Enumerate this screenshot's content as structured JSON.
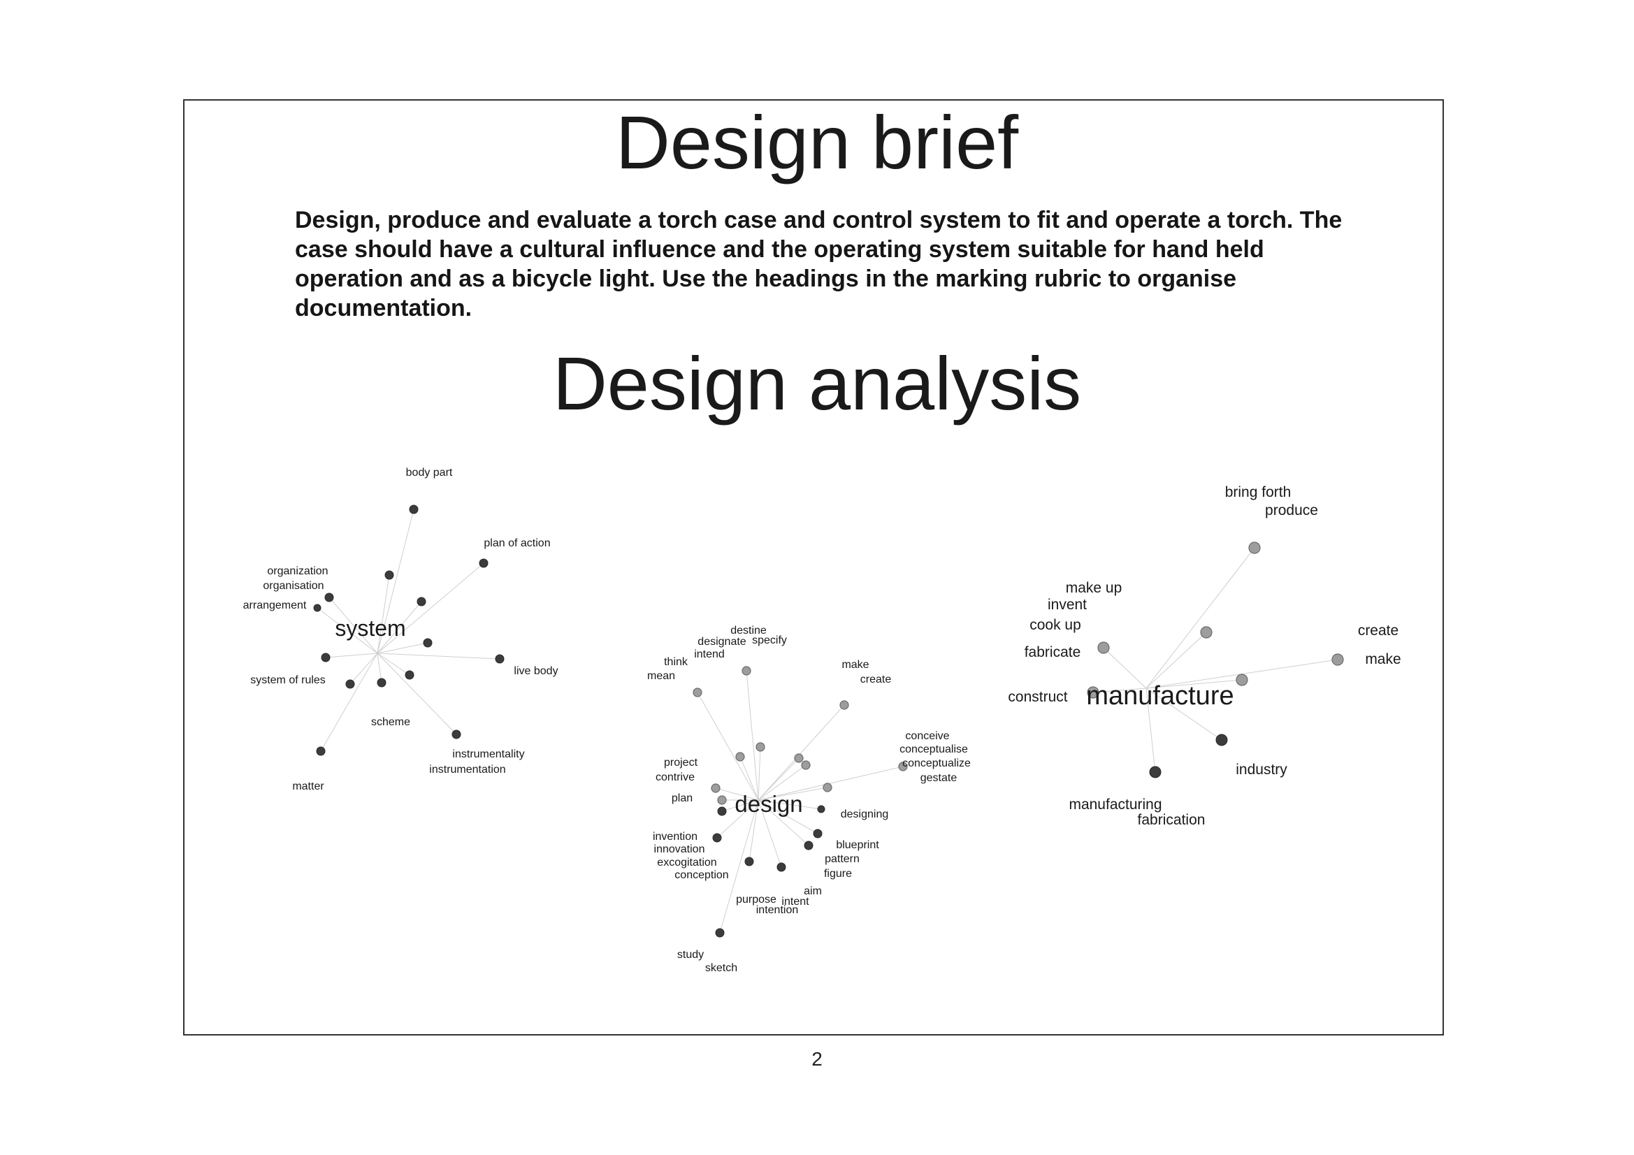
{
  "document": {
    "title_brief": "Design brief",
    "brief_text": "Design, produce and evaluate a torch case and control system to fit and operate a torch. The case should have a cultural influence and the operating system suitable for hand held operation and as a bicycle light. Use the headings in the marking rubric to organise documentation.",
    "title_analysis": "Design analysis",
    "page_number": "2"
  },
  "word_maps": [
    {
      "hub": "system",
      "labels": [
        "body part",
        "plan of action",
        "organization",
        "organisation",
        "arrangement",
        "live body",
        "system of rules",
        "scheme",
        "instrumentality",
        "instrumentation",
        "matter"
      ]
    },
    {
      "hub": "design",
      "labels": [
        "destine",
        "designate",
        "specify",
        "intend",
        "think",
        "mean",
        "make",
        "create",
        "conceive",
        "conceptualise",
        "conceptualize",
        "gestate",
        "project",
        "contrive",
        "plan",
        "designing",
        "invention",
        "innovation",
        "excogitation",
        "conception",
        "blueprint",
        "pattern",
        "figure",
        "aim",
        "purpose",
        "intent",
        "intention",
        "study",
        "sketch"
      ]
    },
    {
      "hub": "manufacture",
      "labels": [
        "bring forth",
        "produce",
        "make up",
        "invent",
        "cook up",
        "fabricate",
        "create",
        "make",
        "construct",
        "industry",
        "manufacturing",
        "fabrication"
      ]
    }
  ]
}
